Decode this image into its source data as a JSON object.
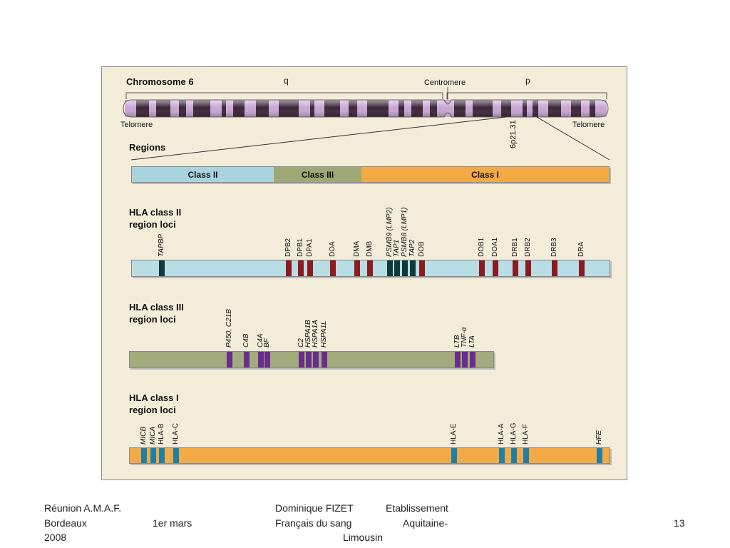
{
  "figure": {
    "chromosome_title": "Chromosome 6",
    "q_label": "q",
    "p_label": "p",
    "centromere_label": "Centromere",
    "telomere_left": "Telomere",
    "telomere_right": "Telomere",
    "band_label": "6p21.31",
    "regions_title": "Regions",
    "regions": [
      {
        "label": "Class II",
        "color": "#a9d3dd"
      },
      {
        "label": "Class III",
        "color": "#9ea877"
      },
      {
        "label": "Class I",
        "color": "#f3aa45"
      }
    ],
    "class2": {
      "title_line1": "HLA class II",
      "title_line2": "region loci",
      "bar_color": "#b8dde4",
      "genes": [
        {
          "label": "TAPBP",
          "italic": true,
          "color": "#0e3b3a"
        },
        {
          "label": "DPB2",
          "italic": false,
          "color": "#8c1a1e"
        },
        {
          "label": "DPB1",
          "italic": false,
          "color": "#8c1a1e"
        },
        {
          "label": "DPA1",
          "italic": false,
          "color": "#8c1a1e"
        },
        {
          "label": "DOA",
          "italic": false,
          "color": "#8c1a1e"
        },
        {
          "label": "DMA",
          "italic": false,
          "color": "#8c1a1e"
        },
        {
          "label": "DMB",
          "italic": false,
          "color": "#8c1a1e"
        },
        {
          "label": "PSMB9 (LMP2)",
          "italic": true,
          "color": "#0e3b3a"
        },
        {
          "label": "TAP1",
          "italic": true,
          "color": "#0e3b3a"
        },
        {
          "label": "PSMB8 (LMP1)",
          "italic": true,
          "color": "#0e3b3a"
        },
        {
          "label": "TAP2",
          "italic": true,
          "color": "#0e3b3a"
        },
        {
          "label": "DOB",
          "italic": false,
          "color": "#8c1a1e"
        },
        {
          "label": "DOB1",
          "italic": false,
          "color": "#8c1a1e"
        },
        {
          "label": "DOA1",
          "italic": false,
          "color": "#8c1a1e"
        },
        {
          "label": "DRB1",
          "italic": false,
          "color": "#8c1a1e"
        },
        {
          "label": "DRB2",
          "italic": false,
          "color": "#8c1a1e"
        },
        {
          "label": "DRB3",
          "italic": false,
          "color": "#8c1a1e"
        },
        {
          "label": "DRA",
          "italic": false,
          "color": "#8c1a1e"
        }
      ]
    },
    "class3": {
      "title_line1": "HLA class III",
      "title_line2": "region loci",
      "bar_color": "#a3ab7c",
      "genes": [
        {
          "label": "P450, C21B",
          "italic": true,
          "color": "#6b2d8c"
        },
        {
          "label": "C4B",
          "italic": true,
          "color": "#6b2d8c"
        },
        {
          "label": "C4A",
          "italic": true,
          "color": "#6b2d8c"
        },
        {
          "label": "BF",
          "italic": true,
          "color": "#6b2d8c"
        },
        {
          "label": "C2",
          "italic": true,
          "color": "#6b2d8c"
        },
        {
          "label": "HSPA1B",
          "italic": true,
          "color": "#6b2d8c"
        },
        {
          "label": "HSPA1A",
          "italic": true,
          "color": "#6b2d8c"
        },
        {
          "label": "HSPA1L",
          "italic": true,
          "color": "#6b2d8c"
        },
        {
          "label": "LTB",
          "italic": true,
          "color": "#6b2d8c"
        },
        {
          "label": "TNF-α",
          "italic": true,
          "color": "#6b2d8c"
        },
        {
          "label": "LTA",
          "italic": true,
          "color": "#6b2d8c"
        }
      ]
    },
    "class1": {
      "title_line1": "HLA class I",
      "title_line2": "region loci",
      "bar_color": "#f3aa45",
      "genes": [
        {
          "label": "MICB",
          "italic": true,
          "color": "#1e80a6"
        },
        {
          "label": "MICA",
          "italic": true,
          "color": "#1e80a6"
        },
        {
          "label": "HLA-B",
          "italic": false,
          "color": "#1e80a6"
        },
        {
          "label": "HLA-C",
          "italic": false,
          "color": "#1e80a6"
        },
        {
          "label": "HLA-E",
          "italic": false,
          "color": "#1e80a6"
        },
        {
          "label": "HLA-A",
          "italic": false,
          "color": "#1e80a6"
        },
        {
          "label": "HLA-G",
          "italic": false,
          "color": "#1e80a6"
        },
        {
          "label": "HLA-F",
          "italic": false,
          "color": "#1e80a6"
        },
        {
          "label": "HFE",
          "italic": true,
          "color": "#1e80a6"
        }
      ]
    }
  },
  "footer": {
    "left_line1": "Réunion A.M.A.F.",
    "left_line2a": "Bordeaux",
    "left_line2b": "1er mars",
    "left_line3": "2008",
    "mid_line1a": "Dominique FIZET",
    "mid_line1b": "Etablissement",
    "mid_line2a": "Français du sang",
    "mid_line2b": "Aquitaine-",
    "mid_line3": "Limousin",
    "page_number": "13"
  }
}
